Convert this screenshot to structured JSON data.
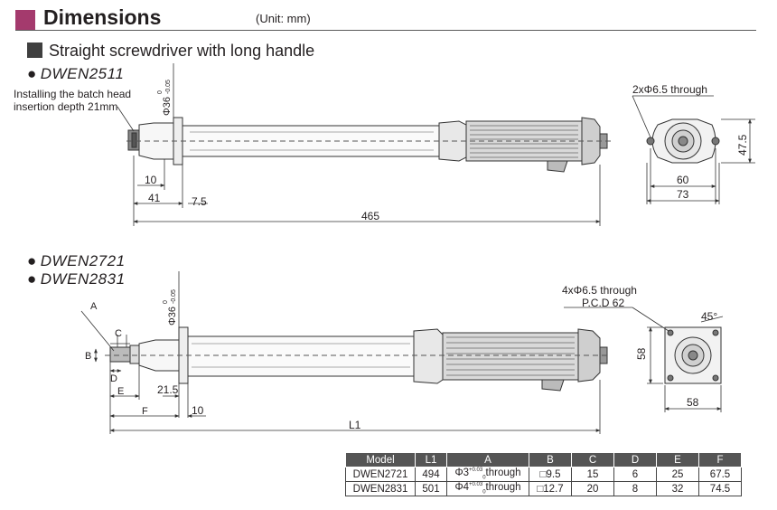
{
  "header": {
    "title": "Dimensions",
    "unit": "(Unit: mm)"
  },
  "section": {
    "title": "Straight screwdriver with long handle"
  },
  "drawing1": {
    "model": "DWEN2511",
    "note_line1": "Installing the batch head",
    "note_line2": "insertion depth 21mm",
    "dia_label": "Φ36",
    "tol_upper": "0",
    "tol_lower": "-0.05",
    "dim_10": "10",
    "dim_41": "41",
    "dim_7_5": "7.5",
    "dim_465": "465",
    "end_holes": "2xΦ6.5 through",
    "end_47_5": "47.5",
    "end_60": "60",
    "end_73": "73"
  },
  "drawing2": {
    "model_a": "DWEN2721",
    "model_b": "DWEN2831",
    "dia_label": "Φ36",
    "tol_upper": "0",
    "tol_lower": "-0.05",
    "lbl_a": "A",
    "lbl_b": "B",
    "lbl_c": "C",
    "lbl_d": "D",
    "lbl_e": "E",
    "lbl_f": "F",
    "dim_21_5": "21.5",
    "dim_10": "10",
    "lbl_l1": "L1",
    "end_holes": "4xΦ6.5 through",
    "end_pcd": "P.C.D 62",
    "end_45": "45°",
    "end_58_v": "58",
    "end_58_h": "58"
  },
  "table": {
    "headers": [
      "Model",
      "L1",
      "A",
      "B",
      "C",
      "D",
      "E",
      "F"
    ],
    "rows": [
      {
        "model": "DWEN2721",
        "l1": "494",
        "a_main": "Φ3",
        "a_upper": "+0.03",
        "a_lower": "0",
        "a_suffix": "through",
        "b": "□9.5",
        "c": "15",
        "d": "6",
        "e": "25",
        "f": "67.5"
      },
      {
        "model": "DWEN2831",
        "l1": "501",
        "a_main": "Φ4",
        "a_upper": "+0.03",
        "a_lower": "0",
        "a_suffix": "through",
        "b": "□12.7",
        "c": "20",
        "d": "8",
        "e": "32",
        "f": "74.5"
      }
    ]
  }
}
